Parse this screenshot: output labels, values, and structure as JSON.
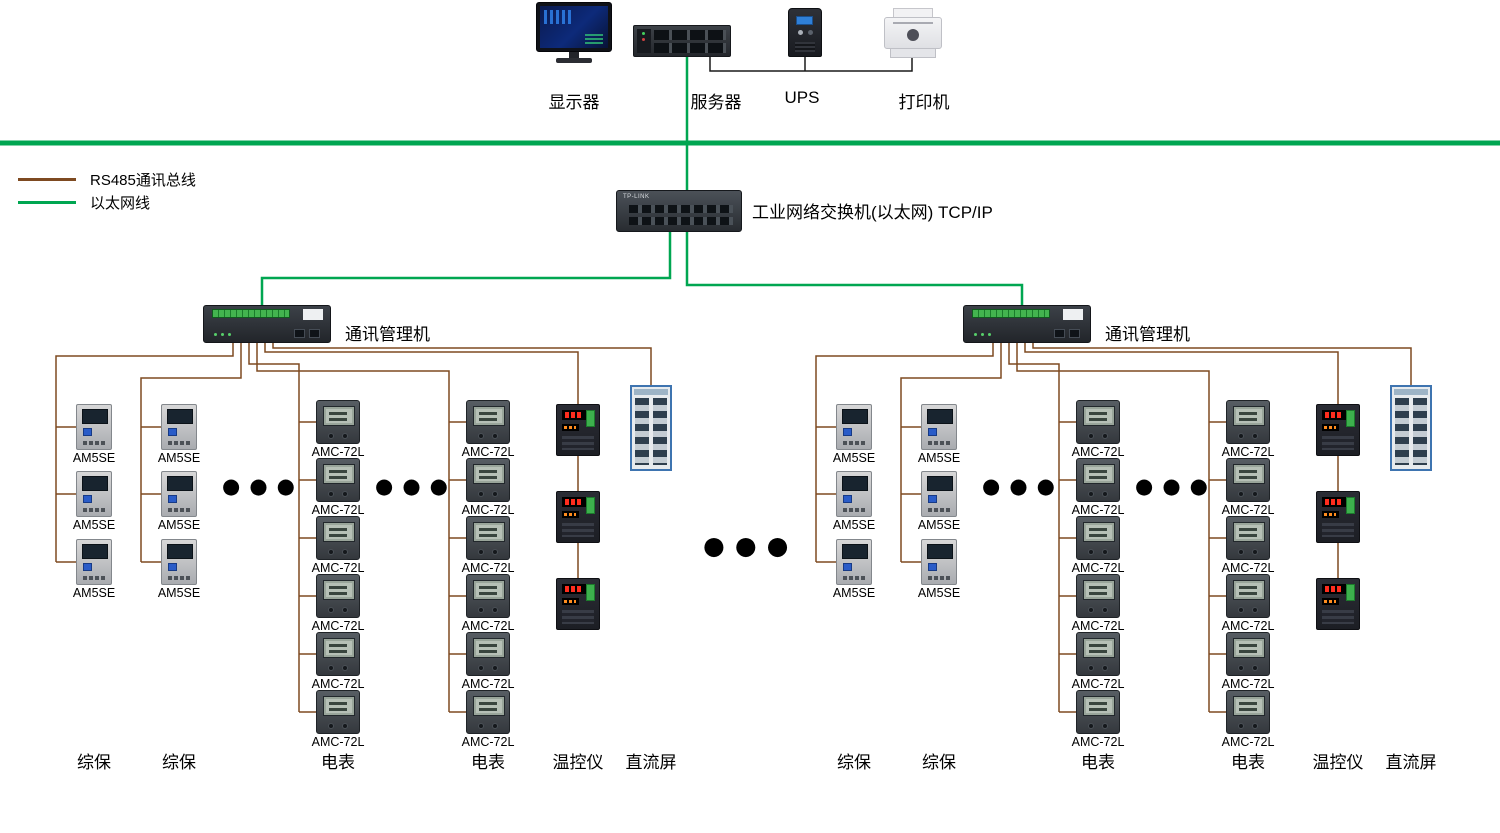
{
  "colors": {
    "rs485_line": "#7e4a21",
    "ethernet_line": "#00a651",
    "device_link_line": "#1a1a1a"
  },
  "top_devices": [
    {
      "id": "monitor",
      "label": "显示器"
    },
    {
      "id": "server",
      "label": "服务器"
    },
    {
      "id": "ups",
      "label": "UPS"
    },
    {
      "id": "printer",
      "label": "打印机"
    }
  ],
  "legend": [
    {
      "id": "rs485",
      "label": "RS485通讯总线"
    },
    {
      "id": "ethernet",
      "label": "以太网线"
    }
  ],
  "network_switch": {
    "brand": "TP-LINK",
    "label": "工业网络交换机(以太网) TCP/IP"
  },
  "ellipsis": "●●●",
  "groups": [
    {
      "manager_label": "通讯管理机",
      "columns": [
        {
          "device_label": "AM5SE",
          "count": 3,
          "bottom_label": "综保"
        },
        {
          "device_label": "AM5SE",
          "count": 3,
          "bottom_label": "综保"
        },
        {
          "device_label": "AMC-72L",
          "count": 6,
          "bottom_label": "电表"
        },
        {
          "device_label": "AMC-72L",
          "count": 6,
          "bottom_label": "电表"
        },
        {
          "device_label": "",
          "count": 3,
          "bottom_label": "温控仪"
        },
        {
          "device_label": "",
          "count": 1,
          "bottom_label": "直流屏"
        }
      ]
    },
    {
      "manager_label": "通讯管理机",
      "columns": [
        {
          "device_label": "AM5SE",
          "count": 3,
          "bottom_label": "综保"
        },
        {
          "device_label": "AM5SE",
          "count": 3,
          "bottom_label": "综保"
        },
        {
          "device_label": "AMC-72L",
          "count": 6,
          "bottom_label": "电表"
        },
        {
          "device_label": "AMC-72L",
          "count": 6,
          "bottom_label": "电表"
        },
        {
          "device_label": "",
          "count": 3,
          "bottom_label": "温控仪"
        },
        {
          "device_label": "",
          "count": 1,
          "bottom_label": "直流屏"
        }
      ]
    }
  ]
}
